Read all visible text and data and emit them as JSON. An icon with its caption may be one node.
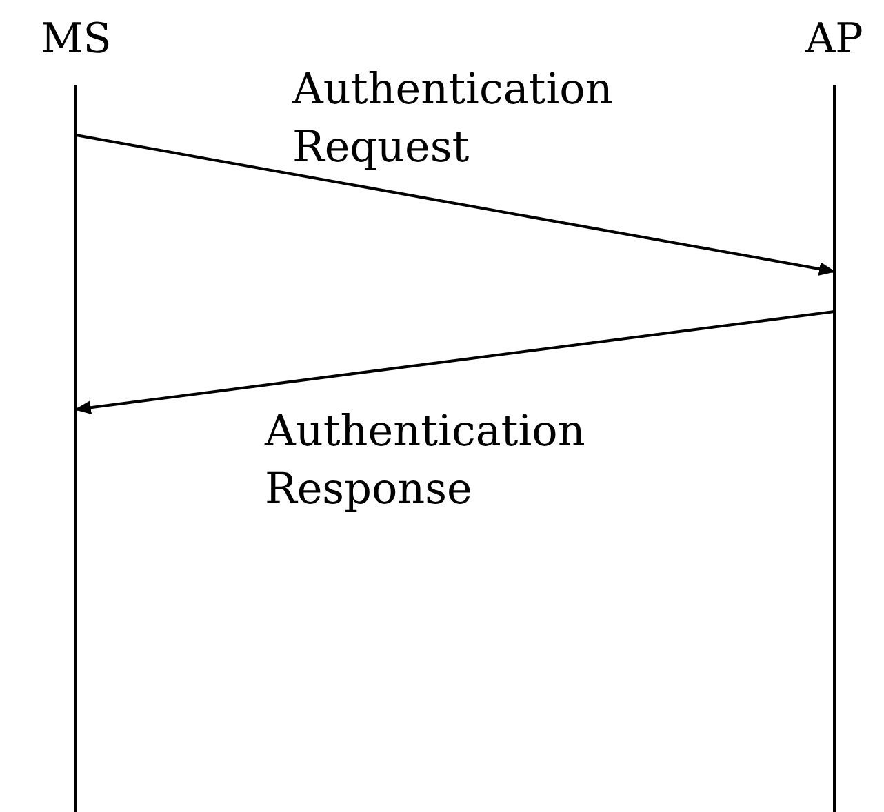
{
  "diagram": {
    "nodes": [
      {
        "text": [
          "MS"
        ]
      },
      {
        "text": [
          "AP"
        ]
      }
    ],
    "edges": [
      {
        "from": 0,
        "to": 1,
        "arrow": "to",
        "label": "Authentication Request"
      },
      {
        "from": 1,
        "to": 0,
        "arrow": "to",
        "label": "Authentication Response"
      }
    ]
  }
}
